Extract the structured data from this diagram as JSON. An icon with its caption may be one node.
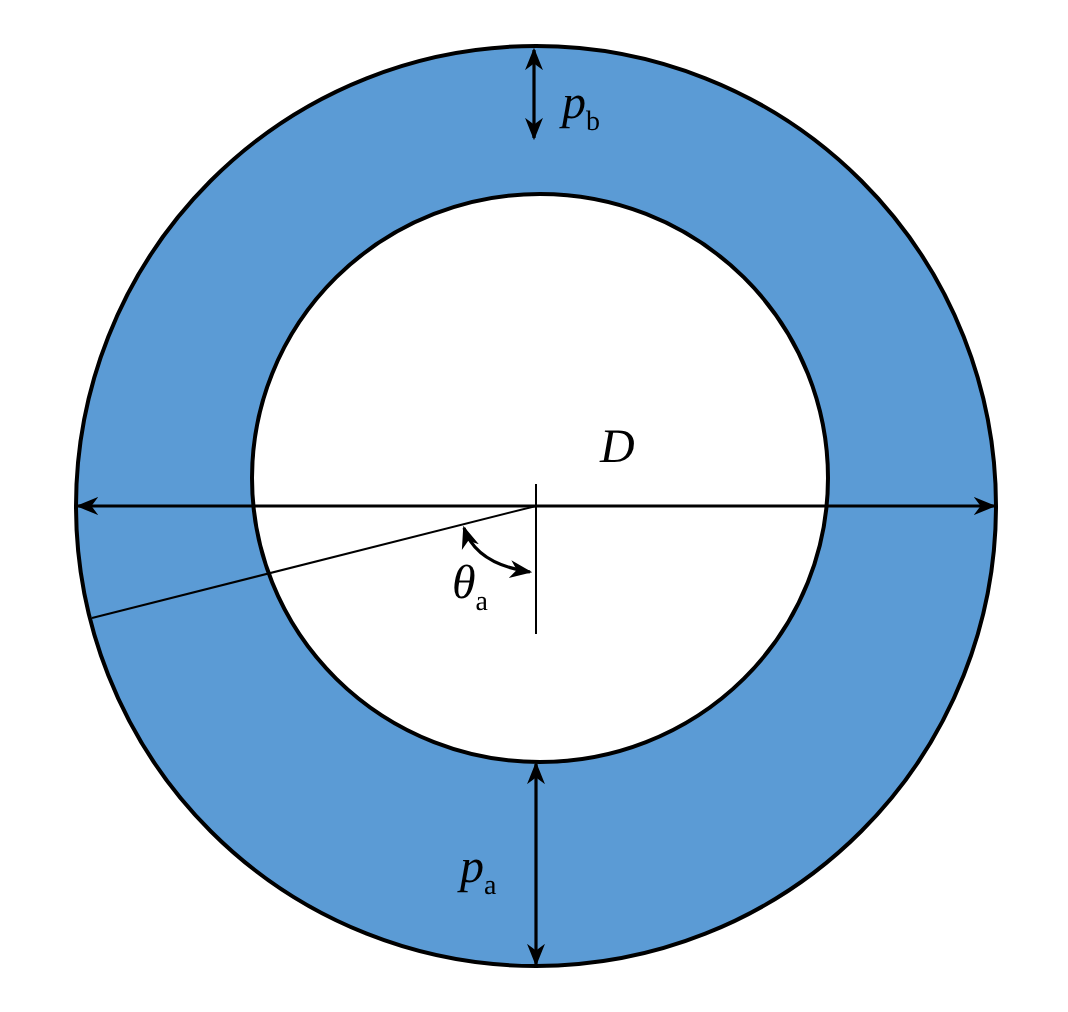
{
  "diagram": {
    "labels": [
      "*p*$_{b}$",
      "*D*",
      "*θ*$_{a}$",
      "*p*$_{a}$"
    ]
  }
}
